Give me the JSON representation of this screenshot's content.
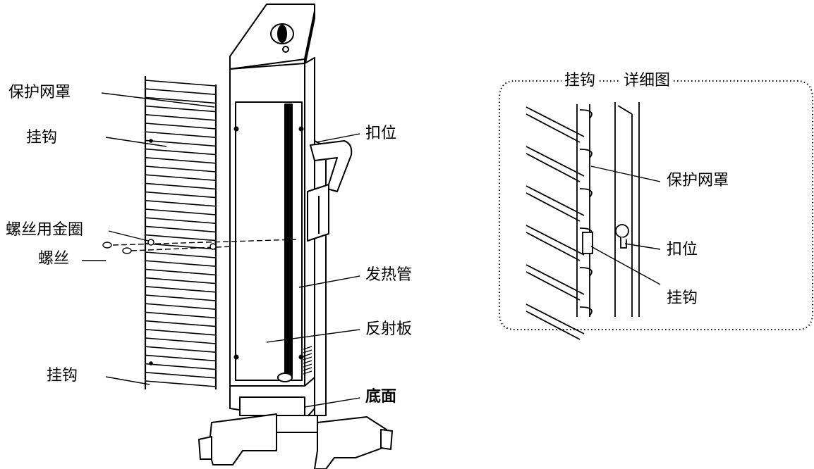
{
  "main_labels": {
    "guard": "保护网罩",
    "hook_top": "挂钩",
    "screw_washer": "螺丝用金圈",
    "screw": "螺丝",
    "hook_bottom": "挂钩",
    "latch": "扣位",
    "heating_tube": "发热管",
    "reflector": "反射板",
    "base": "底面"
  },
  "detail": {
    "title_a": "挂钩",
    "title_b": "详细图",
    "guard": "保护网罩",
    "latch": "扣位",
    "hook": "挂钩"
  },
  "colors": {
    "line": "#000000",
    "background": "#ffffff"
  }
}
